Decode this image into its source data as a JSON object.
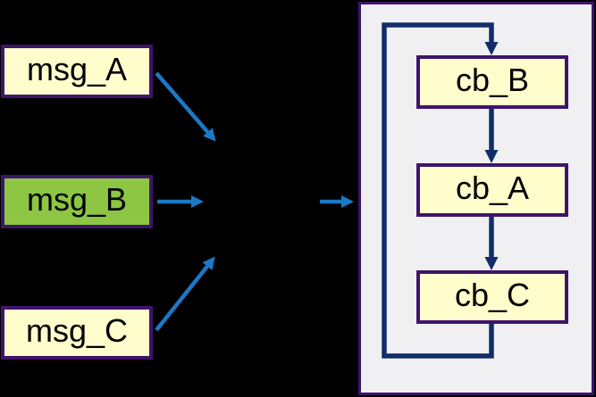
{
  "canvas": {
    "background": "#000000"
  },
  "messages": [
    {
      "label": "msg_A",
      "fill": "#FFFDCC",
      "highlighted": false
    },
    {
      "label": "msg_B",
      "fill": "#8CC643",
      "highlighted": true
    },
    {
      "label": "msg_C",
      "fill": "#FFFDCC",
      "highlighted": false
    }
  ],
  "callback_queue": {
    "panel_fill": "#F0F0F2",
    "items": [
      {
        "label": "cb_B",
        "fill": "#FFFDCC"
      },
      {
        "label": "cb_A",
        "fill": "#FFFDCC"
      },
      {
        "label": "cb_C",
        "fill": "#FFFDCC"
      }
    ]
  },
  "colors": {
    "background": "#000000",
    "box_border": "#3F146B",
    "box_fill": "#FFFDCC",
    "highlight_fill": "#8CC643",
    "panel_fill": "#F0F0F2",
    "panel_border": "#3F146B",
    "arrow_blue": "#1B79C6",
    "arrow_navy": "#112E6A",
    "text": "#000000"
  }
}
